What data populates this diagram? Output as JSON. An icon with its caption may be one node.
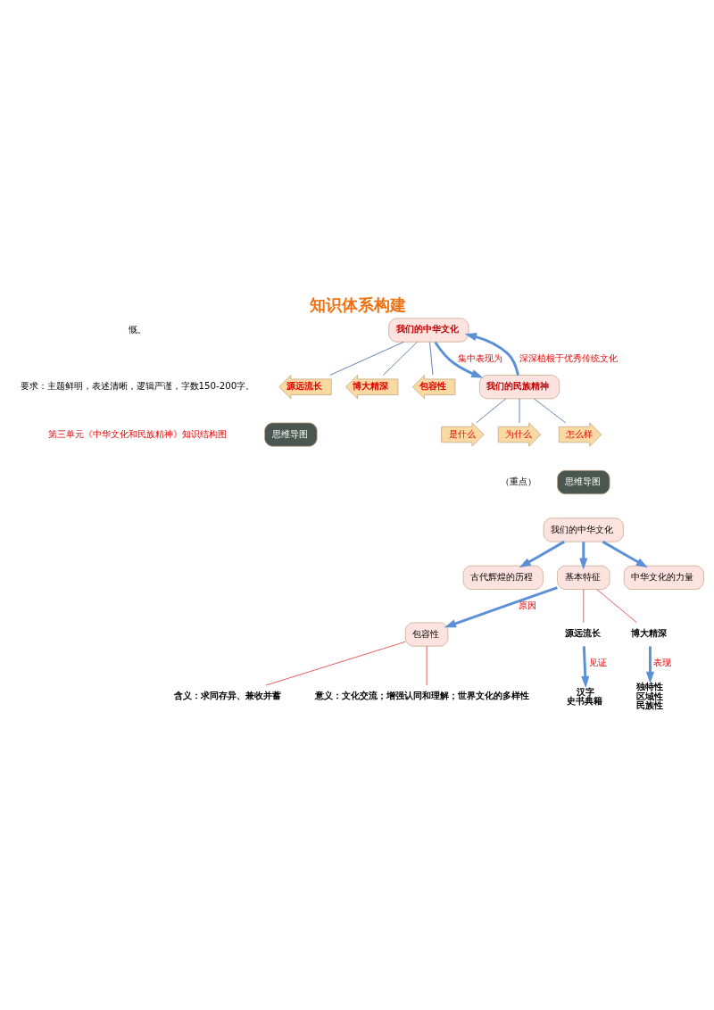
{
  "diagram": {
    "title": "知识体系构建",
    "nodes": [
      {
        "text": [
          "思维导图"
        ]
      },
      {
        "text": [
          "源远流长"
        ]
      },
      {
        "text": [
          "博大精深"
        ]
      },
      {
        "text": [
          "包容性"
        ]
      },
      {
        "text": [
          "我们的中华文化"
        ]
      },
      {
        "text": [
          "我们的民族精神"
        ]
      },
      {
        "text": [
          "是什么"
        ]
      },
      {
        "text": [
          "为什么"
        ],
        "beside": [
          "（重点）"
        ]
      },
      {
        "text": [
          "怎么样"
        ]
      },
      {
        "text": [
          "思维导图"
        ]
      },
      {
        "text": [
          "古代辉煌的历程"
        ]
      },
      {
        "text": [
          "我们的中华文化"
        ]
      },
      {
        "text": [
          "基本特征"
        ]
      },
      {
        "text": [
          "中华文化的力量"
        ]
      },
      {
        "text": [
          "包容性"
        ]
      },
      {
        "text": [
          "源远流长"
        ]
      },
      {
        "text": [
          "博大精深"
        ]
      },
      {
        "text": [
          "汉字",
          "史书典籍"
        ]
      },
      {
        "text": [
          "独特性",
          "区域性",
          "民族性"
        ]
      },
      {
        "text": [
          "含义：求同存异、兼收并蓄"
        ]
      },
      {
        "text": [
          "意义：文化交流；增强认同和理解；世界文化的多样性"
        ]
      }
    ],
    "edges": [
      {
        "from": 4,
        "to": 1,
        "arrow": "none",
        "color": "#2f5597"
      },
      {
        "from": 4,
        "to": 2,
        "arrow": "none",
        "color": "#2f5597"
      },
      {
        "from": 4,
        "to": 3,
        "arrow": "none",
        "color": "#2f5597"
      },
      {
        "from": 4,
        "to": 5,
        "arrow": "to",
        "label": "集中表现为",
        "style": "thick"
      },
      {
        "from": 5,
        "to": 4,
        "arrow": "to",
        "label": "深深植根于优秀传统文化",
        "style": "thick"
      },
      {
        "from": 5,
        "to": 6,
        "arrow": "none",
        "color": "#2f5597"
      },
      {
        "from": 5,
        "to": 7,
        "arrow": "none",
        "color": "#2f5597"
      },
      {
        "from": 5,
        "to": 8,
        "arrow": "none",
        "color": "#2f5597"
      },
      {
        "from": 11,
        "to": 10,
        "arrow": "to",
        "style": "thick"
      },
      {
        "from": 11,
        "to": 12,
        "arrow": "to",
        "style": "thick"
      },
      {
        "from": 11,
        "to": 13,
        "arrow": "to",
        "style": "thick"
      },
      {
        "from": 12,
        "to": 15,
        "arrow": "none",
        "color": "#e02020"
      },
      {
        "from": 12,
        "to": 16,
        "arrow": "none",
        "color": "#e02020"
      },
      {
        "from": 15,
        "to": 17,
        "arrow": "to",
        "label": "见证",
        "style": "thick"
      },
      {
        "from": 16,
        "to": 18,
        "arrow": "to",
        "label": "表现",
        "style": "thick"
      },
      {
        "from": 12,
        "to": 14,
        "arrow": "to",
        "label": "原因",
        "style": "thick"
      },
      {
        "from": 14,
        "to": 19,
        "arrow": "none",
        "color": "#e02020"
      },
      {
        "from": 14,
        "to": 20,
        "arrow": "none",
        "color": "#e02020"
      }
    ],
    "labels": [
      "慨。",
      "要求：主题鲜明，表述清晰，逻辑严谨，字数150-200字。",
      "第三单元《中华文化和民族精神》知识结构图"
    ]
  }
}
